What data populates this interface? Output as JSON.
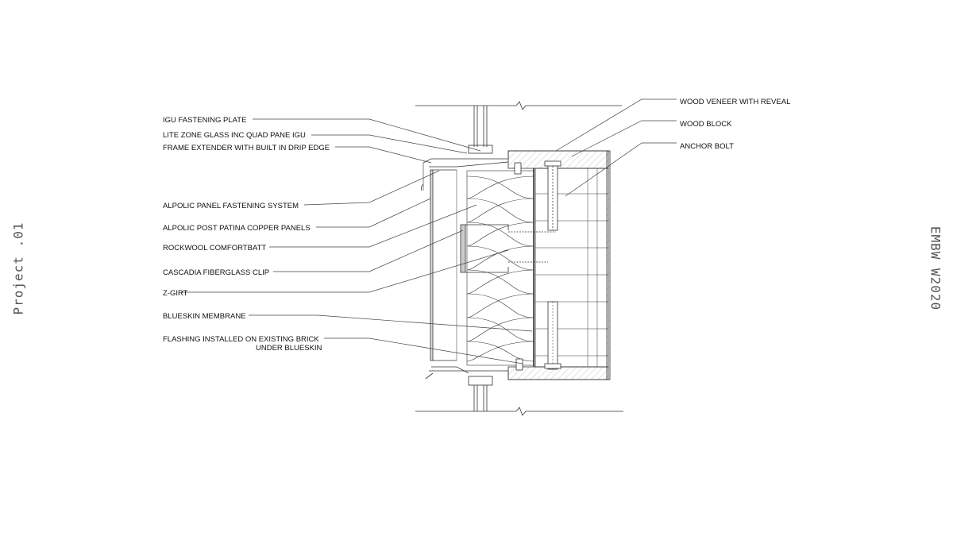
{
  "side_labels": {
    "left": "Project .01",
    "right": "EMBW W2020"
  },
  "callouts_left": [
    {
      "id": "igu-fastening-plate",
      "lines": [
        "IGU FASTENING  PLATE"
      ]
    },
    {
      "id": "lite-zone-glass",
      "lines": [
        "LITE ZONE GLASS INC QUAD PANE IGU"
      ]
    },
    {
      "id": "frame-extender",
      "lines": [
        "FRAME EXTENDER WITH BUILT IN DRIP EDGE"
      ]
    },
    {
      "id": "alpolic-fastening",
      "lines": [
        "ALPOLIC PANEL FASTENING SYSTEM"
      ]
    },
    {
      "id": "alpolic-panels",
      "lines": [
        "ALPOLIC POST PATINA COPPER PANELS"
      ]
    },
    {
      "id": "rockwool",
      "lines": [
        "ROCKWOOL COMFORTBATT"
      ]
    },
    {
      "id": "cascadia-clip",
      "lines": [
        "CASCADIA FIBERGLASS CLIP"
      ]
    },
    {
      "id": "z-girt",
      "lines": [
        "Z-GIRT"
      ]
    },
    {
      "id": "blueskin",
      "lines": [
        "BLUESKIN MEMBRANE"
      ]
    },
    {
      "id": "flashing",
      "lines": [
        "FLASHING INSTALLED ON EXISTING BRICK",
        "UNDER BLUESKIN"
      ]
    }
  ],
  "callouts_right": [
    {
      "id": "wood-veneer",
      "lines": [
        "WOOD VENEER WITH REVEAL"
      ]
    },
    {
      "id": "wood-block",
      "lines": [
        "WOOD BLOCK"
      ]
    },
    {
      "id": "anchor-bolt",
      "lines": [
        "ANCHOR BOLT"
      ]
    }
  ]
}
